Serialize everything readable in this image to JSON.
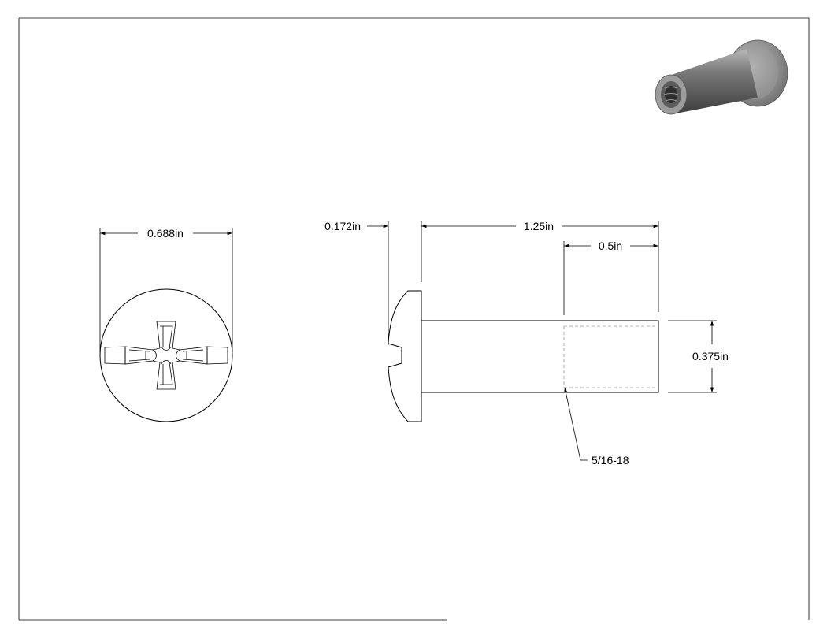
{
  "dimensions": {
    "head_diameter": "0.688in",
    "head_height": "0.172in",
    "overall_length": "1.25in",
    "thread_depth": "0.5in",
    "barrel_diameter": "0.375in",
    "thread_callout": "5/16-18"
  },
  "colors": {
    "line": "#000000",
    "hidden_line": "#9a9a9a",
    "background": "#ffffff"
  }
}
